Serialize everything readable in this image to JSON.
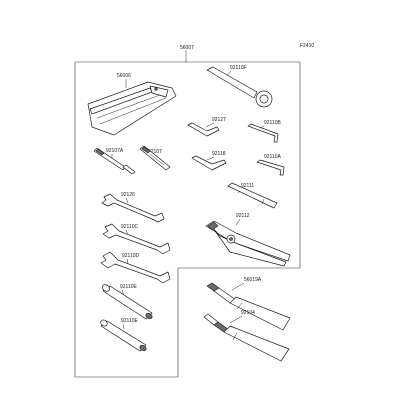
{
  "figure_code": "F2410",
  "assembly_number": "56007",
  "part_labels": {
    "tool_bag": "56006",
    "ring_wrench": "92110F",
    "hex_wrench_92127": "92127",
    "hex_wrench_92110B": "92110B",
    "screwdriver_bit": "92107A",
    "screwdriver_grip": "92107",
    "hex_wrench_92118": "92118",
    "hex_wrench_92110A": "92110A",
    "extension_bar": "92111",
    "wrench_92126": "92126",
    "pliers": "92112",
    "wrench_92110C": "92110C",
    "wrench_92110D": "92110D",
    "box_wrench_92110E_long": "92110E",
    "box_wrench_92110E_short": "92110E",
    "grease_tube": "56019A",
    "sealant_tube": "92104"
  }
}
